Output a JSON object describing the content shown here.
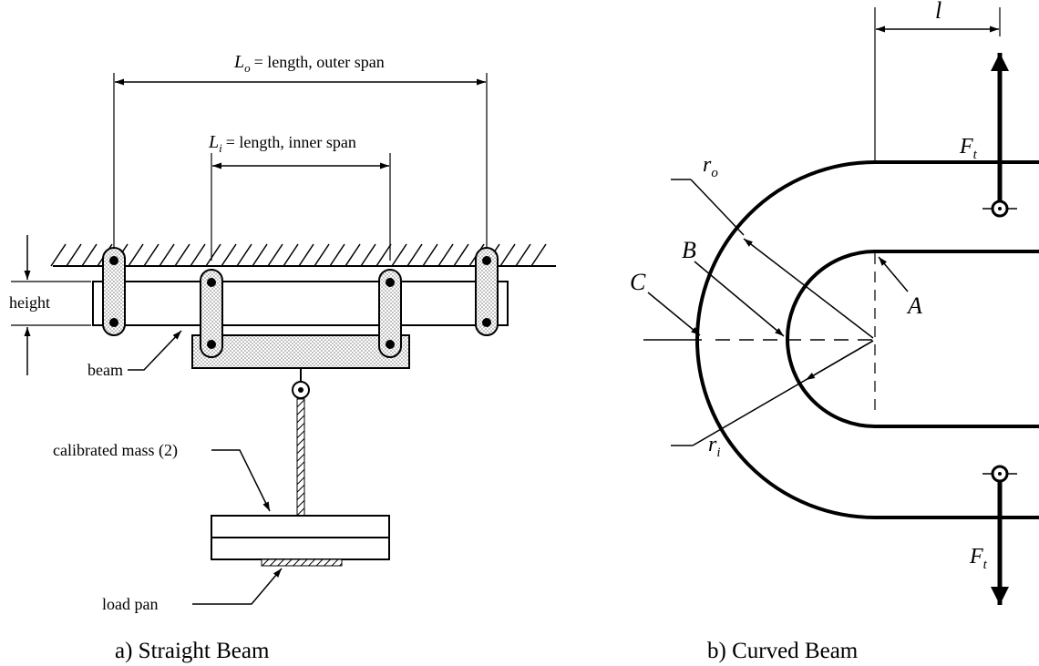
{
  "straight_beam": {
    "caption": "a) Straight Beam",
    "outer_span_label": "= length, outer span",
    "outer_span_symbol": "L",
    "outer_span_subscript": "o",
    "inner_span_label": "= length, inner span",
    "inner_span_symbol": "L",
    "inner_span_subscript": "i",
    "height_label": "height",
    "beam_label": "beam",
    "mass_label": "calibrated mass (2)",
    "pan_label": "load pan"
  },
  "curved_beam": {
    "caption": "b) Curved Beam",
    "length_symbol": "l",
    "force_symbol": "F",
    "force_subscript": "t",
    "outer_radius_symbol": "r",
    "outer_radius_subscript": "o",
    "inner_radius_symbol": "r",
    "inner_radius_subscript": "i",
    "point_a": "A",
    "point_b": "B",
    "point_c": "C"
  }
}
